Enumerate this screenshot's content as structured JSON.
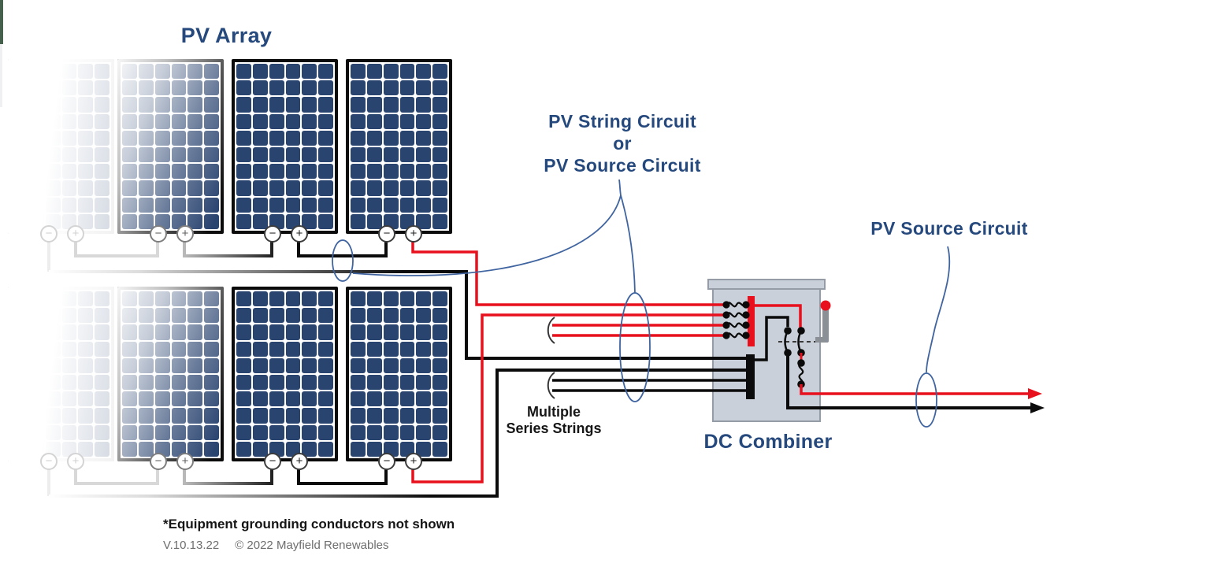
{
  "array": {
    "title": "PV Array",
    "rows": 2,
    "panels_per_row": 4,
    "cell_rows": 10,
    "cell_cols": 6,
    "minus_glyph": "−",
    "plus_glyph": "+"
  },
  "labels": {
    "string_circuit_line1": "PV String Circuit",
    "string_circuit_line2": "or",
    "string_circuit_line3": "PV Source Circuit",
    "source_circuit": "PV Source Circuit",
    "dc_combiner": "DC Combiner",
    "multiple_strings_line1": "Multiple",
    "multiple_strings_line2": "Series Strings"
  },
  "footnote": {
    "note": "*Equipment grounding conductors not shown",
    "version": "V.10.13.22",
    "copyright": "© 2022 Mayfield Renewables"
  },
  "colors": {
    "label_blue": "#26497d",
    "annotation_blue": "#3f64a0",
    "wire_red": "#e8101c",
    "wire_black": "#0b0b0b",
    "panel_cell_navy": "#2a4470",
    "combiner_fill": "#c9d0d9",
    "combiner_border": "#959ca6",
    "handle_gray": "#8a9096"
  }
}
